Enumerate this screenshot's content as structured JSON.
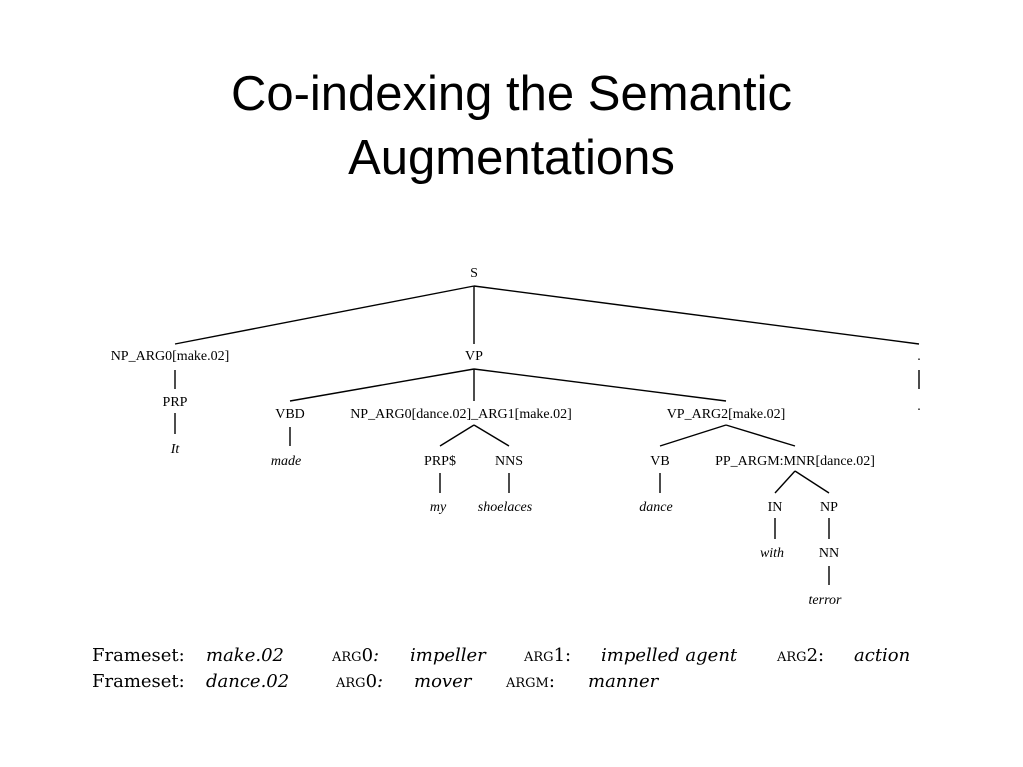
{
  "slide": {
    "title_line1": "Co-indexing the Semantic",
    "title_line2": "Augmentations"
  },
  "tree": {
    "nodes": [
      {
        "id": "s",
        "label": "S"
      },
      {
        "id": "np-arg0-make",
        "label": "NP_ARG0[make.02]"
      },
      {
        "id": "vp",
        "label": "VP"
      },
      {
        "id": "period-tag",
        "label": "."
      },
      {
        "id": "prp",
        "label": "PRP"
      },
      {
        "id": "word-it",
        "label": "It"
      },
      {
        "id": "vbd",
        "label": "VBD"
      },
      {
        "id": "np-arg0-dance-arg1-make",
        "label": "NP_ARG0[dance.02]_ARG1[make.02]"
      },
      {
        "id": "vp-arg2-make",
        "label": "VP_ARG2[make.02]"
      },
      {
        "id": "period-word",
        "label": "."
      },
      {
        "id": "word-made",
        "label": "made"
      },
      {
        "id": "prps",
        "label": "PRP$"
      },
      {
        "id": "nns",
        "label": "NNS"
      },
      {
        "id": "vb",
        "label": "VB"
      },
      {
        "id": "pp-argm-mnr-dance",
        "label": "PP_ARGM:MNR[dance.02]"
      },
      {
        "id": "word-my",
        "label": "my"
      },
      {
        "id": "word-shoelaces",
        "label": "shoelaces"
      },
      {
        "id": "word-dance",
        "label": "dance"
      },
      {
        "id": "in",
        "label": "IN"
      },
      {
        "id": "np",
        "label": "NP"
      },
      {
        "id": "word-with",
        "label": "with"
      },
      {
        "id": "nn",
        "label": "NN"
      },
      {
        "id": "word-terror",
        "label": "terror"
      }
    ]
  },
  "framesets": [
    {
      "label": "Frameset:",
      "frame": "make.02",
      "args": [
        {
          "tag": "arg",
          "num": "0",
          "sep": ":",
          "role": "impeller"
        },
        {
          "tag": "arg",
          "num": "1",
          "sep": ":",
          "role": "impelled agent"
        },
        {
          "tag": "arg",
          "num": "2",
          "sep": ":",
          "role": "action"
        }
      ]
    },
    {
      "label": "Frameset:",
      "frame": "dance.02",
      "args": [
        {
          "tag": "arg",
          "num": "0",
          "sep": ":",
          "role": "mover"
        },
        {
          "tag": "argm",
          "num": "",
          "sep": ":",
          "role": "manner"
        }
      ]
    }
  ]
}
